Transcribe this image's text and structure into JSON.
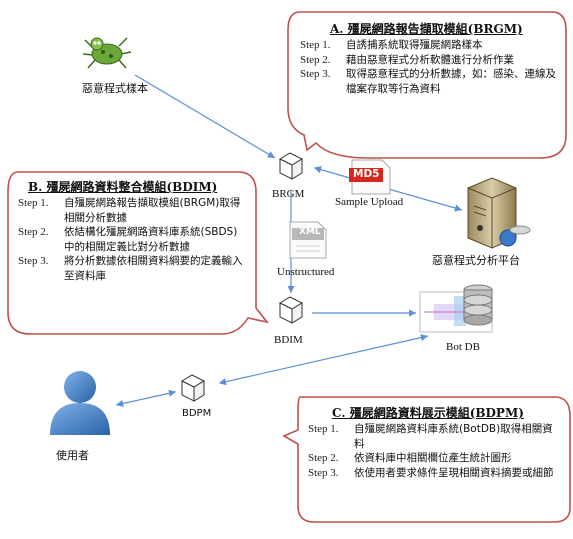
{
  "module_a": {
    "title": "A. 殭屍網路報告擷取模組(BRGM)",
    "steps": [
      {
        "label": "Step 1.",
        "text": "自誘捕系統取得殭屍網路樣本"
      },
      {
        "label": "Step 2.",
        "text": "藉由惡意程式分析軟體進行分析作業"
      },
      {
        "label": "Step 3.",
        "text": "取得惡意程式的分析數據，如：感染、連線及檔案存取等行為資料"
      }
    ]
  },
  "module_b": {
    "title": "B. 殭屍網路資料整合模組(BDIM)",
    "steps": [
      {
        "label": "Step 1.",
        "text": "自殭屍網路報告擷取模組(BRGM)取得相關分析數據"
      },
      {
        "label": "Step 2.",
        "text": "依結構化殭屍網路資料庫系統(SBDS)中的相關定義比對分析數據"
      },
      {
        "label": "Step 3.",
        "text": "將分析數據依相關資料綱要的定義輸入至資料庫"
      }
    ]
  },
  "module_c": {
    "title": "C. 殭屍網路資料展示模組(BDPM)",
    "steps": [
      {
        "label": "Step 1.",
        "text": "自殭屍網路資料庫系統(BotDB)取得相關資料"
      },
      {
        "label": "Step 2.",
        "text": "依資料庫中相關欄位產生統計圖形"
      },
      {
        "label": "Step 3.",
        "text": "依使用者要求條件呈現相關資料摘要或細節"
      }
    ]
  },
  "nodes": {
    "malware_sample": "惡意程式樣本",
    "brgm": "BRGM",
    "bdim": "BDIM",
    "bdpm": "BDPM",
    "bot_db": "Bot DB",
    "platform": "惡意程式分析平台",
    "user": "使用者"
  },
  "annotations": {
    "md5": "MD5",
    "sample_upload": "Sample Upload",
    "xml": "XML",
    "unstructured": "Unstructured"
  },
  "colors": {
    "bubble_border": "#c0504d",
    "arrow": "#5b8fd6",
    "md5_red": "#d9261c",
    "user_blue": "#4a86c8",
    "db_blue": "#3a6fb0"
  }
}
